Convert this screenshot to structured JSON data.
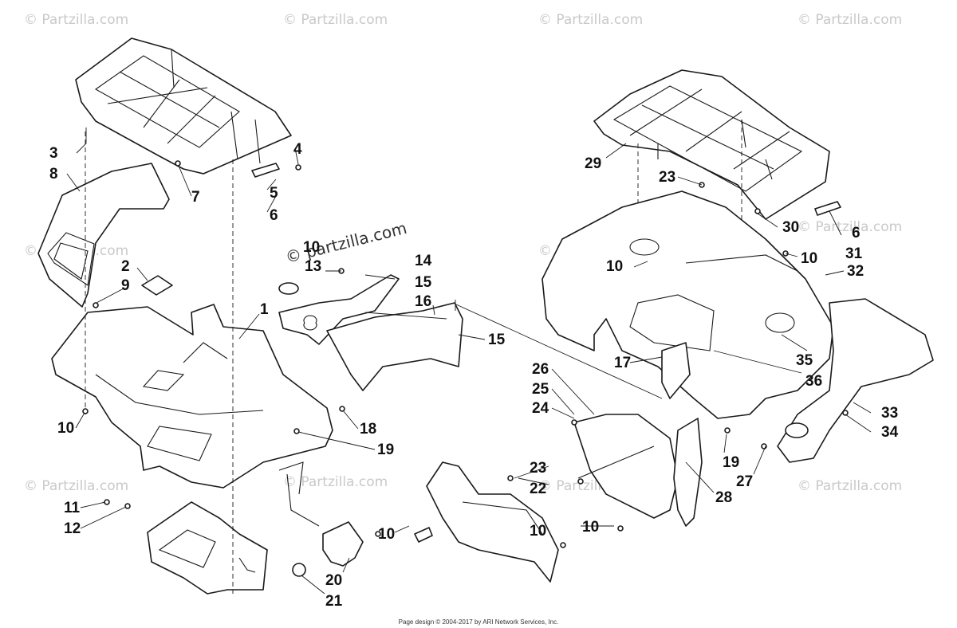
{
  "watermark_text": "© Partzilla.com",
  "watermark_inline": "© partzilla.com",
  "footer": "Page design © 2004-2017 by ARI Network Services, Inc.",
  "callouts": [
    "1",
    "2",
    "3",
    "4",
    "5",
    "6",
    "7",
    "8",
    "9",
    "10",
    "10",
    "10",
    "10",
    "10",
    "10",
    "11",
    "12",
    "13",
    "14",
    "15",
    "15",
    "16",
    "17",
    "18",
    "19",
    "19",
    "20",
    "21",
    "22",
    "23",
    "23",
    "24",
    "25",
    "26",
    "27",
    "28",
    "29",
    "30",
    "31",
    "32",
    "33",
    "34",
    "35",
    "36",
    "6",
    "10"
  ]
}
